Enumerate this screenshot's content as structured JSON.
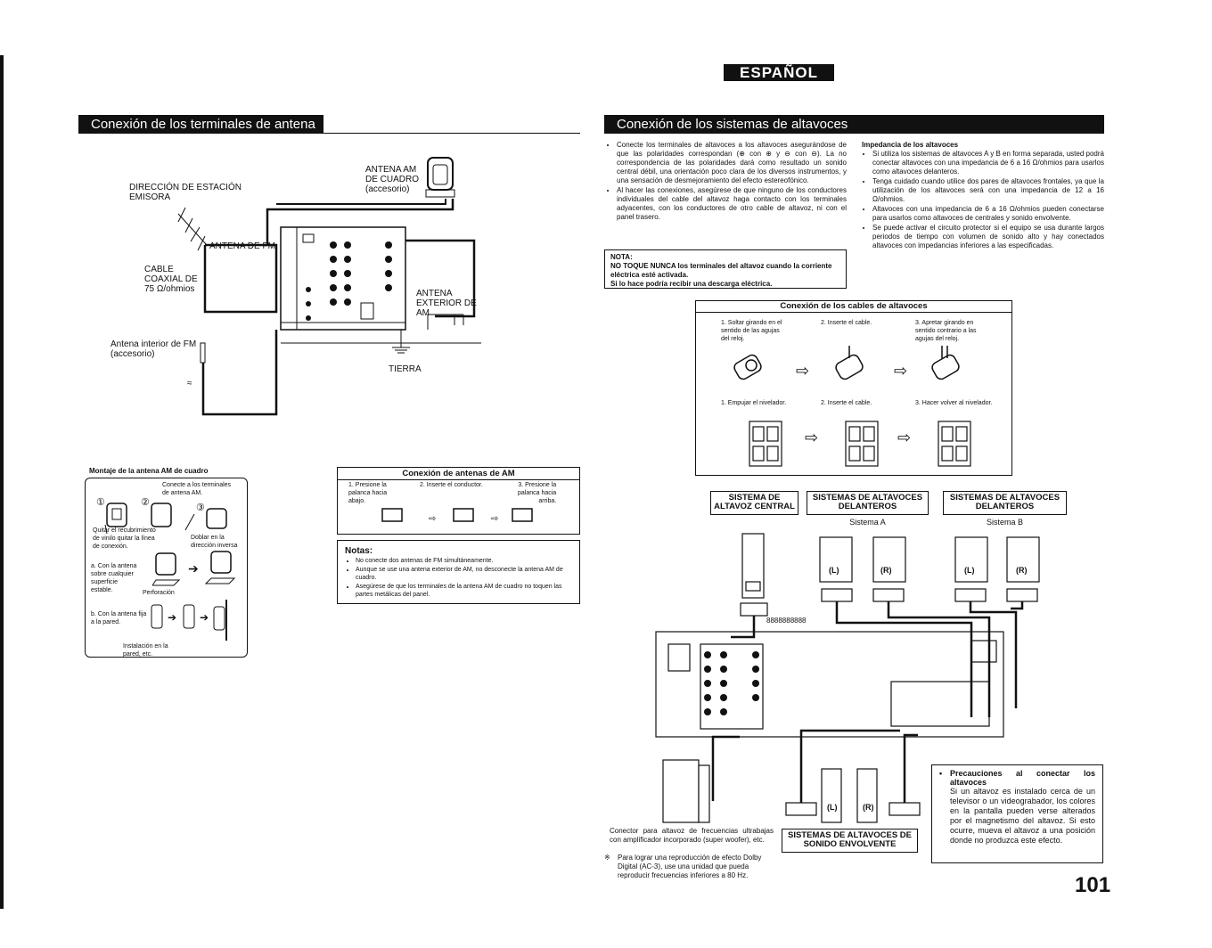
{
  "page": {
    "language": "ESPAÑOL",
    "page_number": "101"
  },
  "left_section": {
    "title": "Conexión de los terminales de antena",
    "labels": {
      "direction": "DIRECCIÓN DE ESTACIÓN\nEMISORA",
      "am_loop": "ANTENA AM\nDE CUADRO\n(accesorio)",
      "fm_antenna": "ANTENA DE FM",
      "coax": "CABLE\nCOAXIAL DE\n75 Ω/ohmios",
      "am_outdoor": "ANTENA\nEXTERIOR DE\nAM",
      "fm_indoor": "Antena interior de FM\n(accesorio)",
      "ground": "TIERRA"
    },
    "loop_assembly": {
      "title": "Montaje de la antena AM de cuadro",
      "step_connect": "Conecte a los terminales\nde antena AM.",
      "step_remove": "Quitar el recubrimiento\nde vinilo quitar la línea\nde conexión.",
      "step_bend": "Doblar en la\ndirección inversa",
      "a_label": "a. Con la antena\nsobre cualquier\nsuperficie\nestable.",
      "perforation": "Perforación",
      "b_label": "b. Con la antena fija\na la pared.",
      "wall": "Instalación en la\npared, etc."
    },
    "am_connection": {
      "title": "Conexión de antenas de AM",
      "step1": "1. Presione la\npalanca hacia\nabajo.",
      "step2": "2. Inserte el conductor.",
      "step3": "3. Presione la\npalanca hacia\narriba."
    },
    "notes": {
      "title": "Notas:",
      "items": [
        "No conecte dos antenas de FM simultáneamente.",
        "Aunque se use una antena exterior de AM, no desconecte la antena AM de cuadro.",
        "Asegúrese de que los terminales de la antena AM de cuadro no toquen las partes metálicas del panel."
      ]
    }
  },
  "right_section": {
    "title": "Conexión de los sistemas de altavoces",
    "bullets": [
      "Conecte los terminales de altavoces a los altavoces asegurándose de que las polaridades correspondan (⊕ con ⊕ y ⊖ con ⊖). La no correspondencia de las polaridades dará como resultado un sonido central débil, una orientación poco clara de los diversos instrumentos, y una sensación de desmejoramiento del efecto estereofónico.",
      "Al hacer las conexiones, asegúrese de que ninguno de los conductores individuales del cable del altavoz haga contacto con los terminales adyacentes, con los conductores de otro cable de altavoz, ni con el panel trasero."
    ],
    "nota": {
      "title": "NOTA:",
      "line1": "NO TOQUE NUNCA los terminales del altavoz cuando la corriente eléctrica esté activada.",
      "line2": "Si lo hace podría recibir una descarga eléctrica."
    },
    "impedance": {
      "title": "Impedancia de los altavoces",
      "items": [
        "Si utiliza los sistemas de altavoces A y B en forma separada, usted podrá conectar altavoces con una impedancia de 6 a 16 Ω/ohmios para usarlos como altavoces delanteros.",
        "Tenga cuidado cuando utilice dos pares de altavoces frontales, ya que la utilización de los altavoces será con una impedancia de 12 a 16 Ω/ohmios.",
        "Altavoces con una impedancia de 6 a 16 Ω/ohmios pueden conectarse para usarlos como altavoces de centrales y sonido envolvente.",
        "Se puede activar el circuito protector si el equipo se usa durante largos periodos de tiempo con volumen de sonido alto y hay conectados altavoces con impedancias inferiores a las especificadas."
      ]
    },
    "cable_connection": {
      "title": "Conexión de los cables de altavoces",
      "row1": [
        "1. Soltar girando en el\nsentido de las agujas\ndel reloj.",
        "2. Inserte el cable.",
        "3. Apretar girando en\nsentido contrario a las\nagujas del reloj."
      ],
      "row2": [
        "1. Empujar el nivelador.",
        "2. Inserte el cable.",
        "3. Hacer volver al nivelador."
      ]
    },
    "systems": {
      "center": "SISTEMA DE\nALTAVOZ CENTRAL",
      "front_a": "SISTEMAS DE ALTAVOCES\nDELANTEROS",
      "front_a_sub": "Sistema A",
      "front_b": "SISTEMAS DE ALTAVOCES\nDELANTEROS",
      "front_b_sub": "Sistema B",
      "surround": "SISTEMAS DE ALTAVOCES DE\nSONIDO ENVOLVENTE",
      "L": "(L)",
      "R": "(R)"
    },
    "subwoofer": {
      "text": "Conector para altavoz de frecuencias ultrabajas con amplificador incorporado (super woofer), etc.",
      "note": "Para lograr una reproducción de efecto Dolby Digital (AC-3), use una unidad que pueda reproducir frecuencias inferiores a 80 Hz.",
      "mark": "※"
    },
    "precautions": {
      "title": "Precauciones al conectar los altavoces",
      "text": "Si un altavoz es instalado cerca de un televisor o un videograbador, los colores en la pantalla pueden verse alterados por el magnetismo del altavoz. Si esto ocurre, mueva el altavoz a una posición donde no produzca este efecto."
    }
  }
}
